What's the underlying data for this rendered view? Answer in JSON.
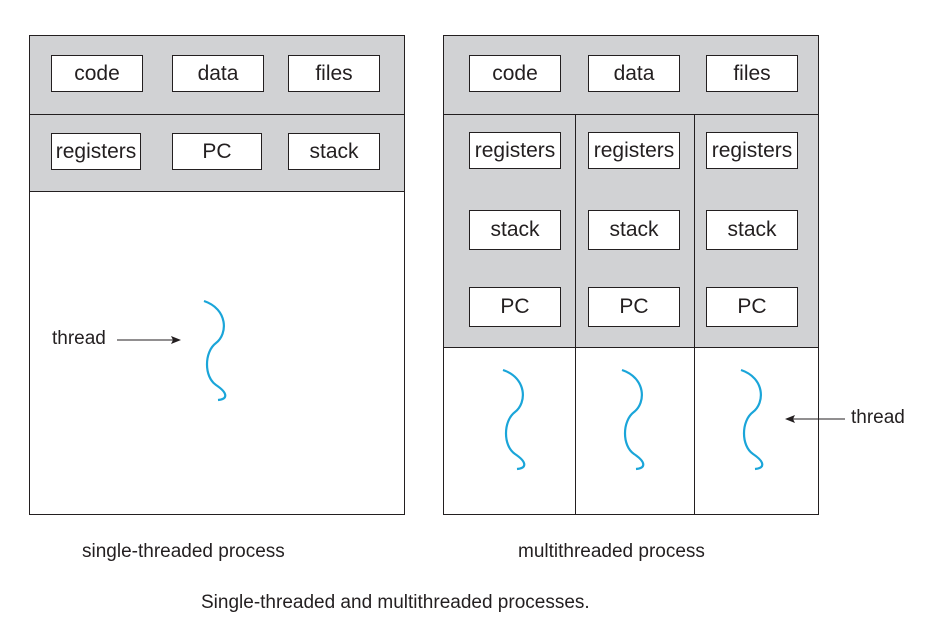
{
  "colors": {
    "thread_wave": "#1aa5d9",
    "band_fill": "#d1d2d4",
    "line": "#231f20"
  },
  "single": {
    "shared": [
      "code",
      "data",
      "files"
    ],
    "thread_state": [
      "registers",
      "PC",
      "stack"
    ],
    "thread_label": "thread",
    "caption": "single-threaded process"
  },
  "multi": {
    "shared": [
      "code",
      "data",
      "files"
    ],
    "threads": [
      {
        "registers": "registers",
        "stack": "stack",
        "pc": "PC"
      },
      {
        "registers": "registers",
        "stack": "stack",
        "pc": "PC"
      },
      {
        "registers": "registers",
        "stack": "stack",
        "pc": "PC"
      }
    ],
    "thread_label": "thread",
    "caption": "multithreaded process"
  },
  "figure_caption": "Single-threaded and multithreaded processes."
}
